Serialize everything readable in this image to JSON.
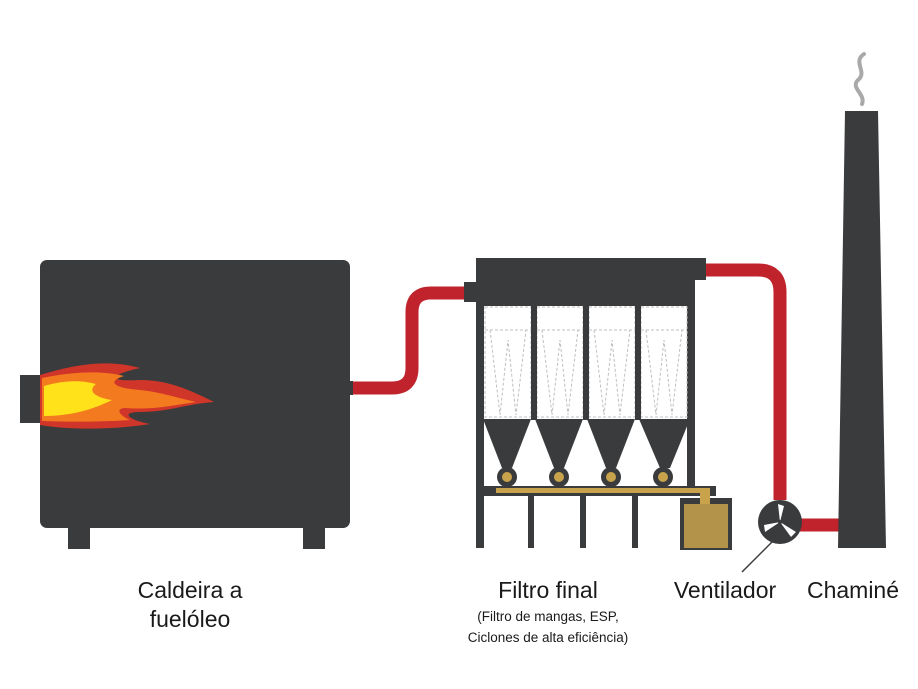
{
  "labels": {
    "boiler_line1": "Caldeira a",
    "boiler_line2": "fuelóleo",
    "filter_title": "Filtro final",
    "filter_note_line1": "(Filtro de mangas, ESP,",
    "filter_note_line2": "Ciclones de alta eficiência)",
    "fan": "Ventilador",
    "chimney": "Chaminé"
  },
  "colors": {
    "equipment": "#3a3b3d",
    "duct": "#c0232c",
    "flame_outer": "#d0352a",
    "flame_mid": "#f47a20",
    "flame_core": "#ffe21a",
    "dust": "#c9a24c",
    "smoke": "#a9a9a9"
  }
}
